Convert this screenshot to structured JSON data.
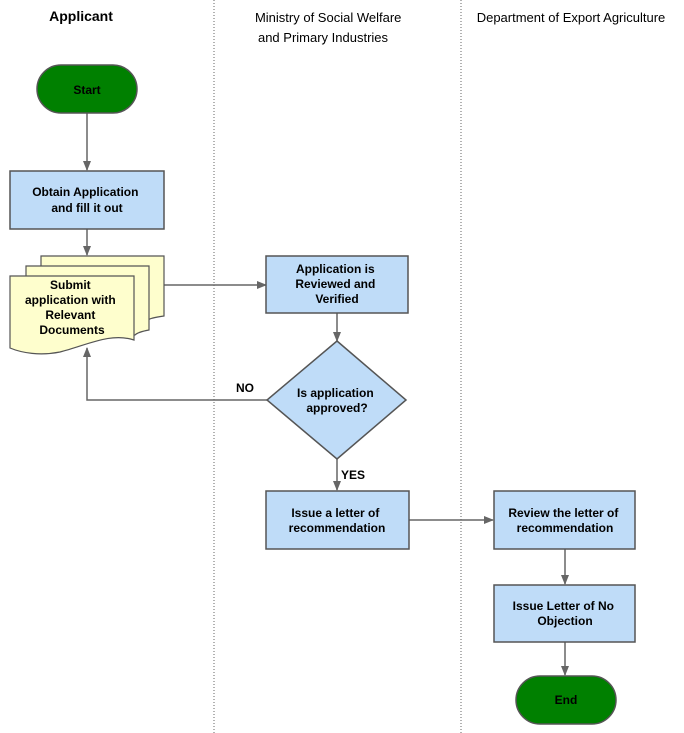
{
  "lanes": [
    {
      "title": [
        "Applicant"
      ]
    },
    {
      "title": [
        "Ministry of Social Welfare",
        "and Primary Industries"
      ]
    },
    {
      "title": [
        "Department of Export Agriculture"
      ]
    }
  ],
  "nodes": {
    "start": {
      "label": [
        "Start"
      ]
    },
    "obtain": {
      "label": [
        "Obtain Application",
        "and fill it out"
      ]
    },
    "submit": {
      "label": [
        "Submit",
        "application with",
        "Relevant",
        "Documents"
      ]
    },
    "review": {
      "label": [
        "Application is",
        "Reviewed and",
        "Verified"
      ]
    },
    "decision": {
      "label": [
        "Is application",
        "approved?"
      ]
    },
    "issue_rec": {
      "label": [
        "Issue a letter of",
        "recommendation"
      ]
    },
    "review_letter": {
      "label": [
        "Review the letter of",
        "recommendation"
      ]
    },
    "no_objection": {
      "label": [
        "Issue Letter of No",
        "Objection"
      ]
    },
    "end": {
      "label": [
        "End"
      ]
    }
  },
  "edges": {
    "no_label": "NO",
    "yes_label": "YES"
  },
  "colors": {
    "terminal_fill": "#008000",
    "process_fill": "#bfdcf8",
    "document_fill": "#fefecd",
    "stroke": "#555555",
    "arrow": "#666666",
    "divider": "#666666"
  }
}
